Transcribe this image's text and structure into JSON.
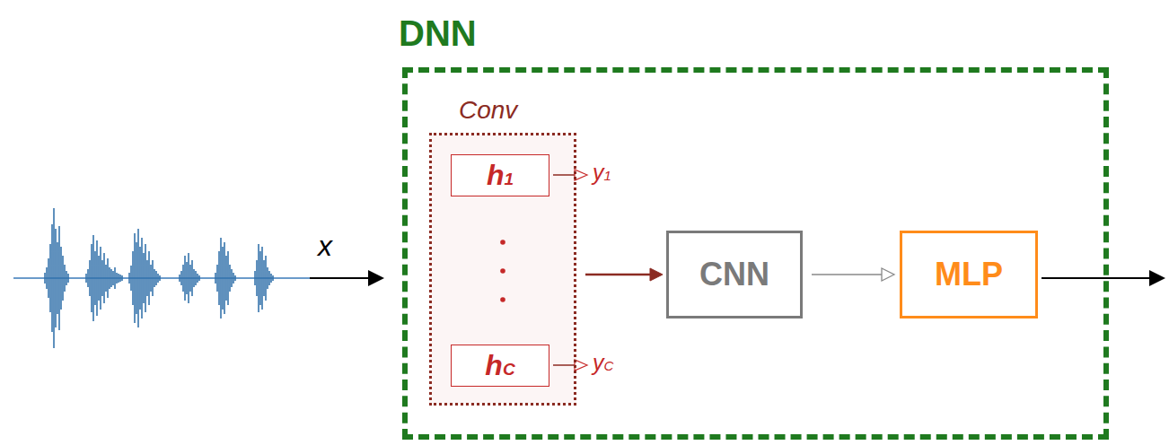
{
  "diagram": {
    "nodes": [
      {
        "text": [
          "DNN"
        ]
      },
      {
        "text": [
          "Conv"
        ],
        "in": 0
      },
      {
        "text": [
          "h1"
        ],
        "in": 1
      },
      {
        "text": [
          "hC"
        ],
        "in": 1
      },
      {
        "text": [
          "CNN"
        ],
        "in": 0
      },
      {
        "text": [
          "MLP"
        ],
        "in": 0
      }
    ],
    "edges": [
      {
        "from": 1,
        "to": 4,
        "arrow": "to"
      },
      {
        "from": 4,
        "to": 5,
        "arrow": "to"
      }
    ],
    "labels": [
      "x",
      "y1",
      "yC"
    ]
  }
}
